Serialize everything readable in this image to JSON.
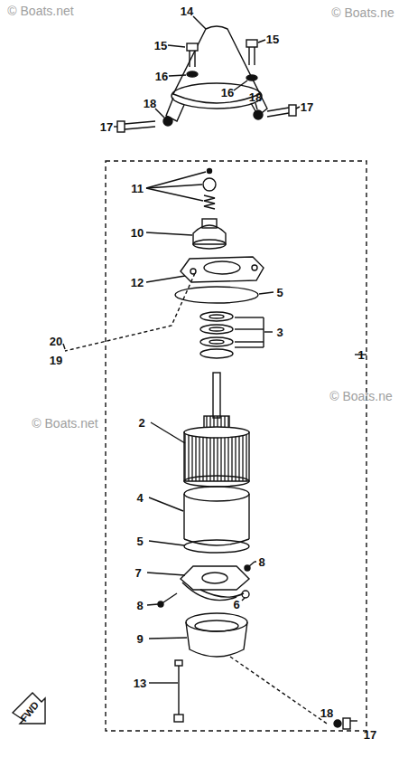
{
  "diagram": {
    "labels": [
      "© Boats.net",
      "© Boats.ne",
      "14",
      "15",
      "15",
      "16",
      "16",
      "18",
      "18",
      "17",
      "17",
      "11",
      "10",
      "12",
      "5",
      "3",
      "20",
      "19",
      "1",
      "© Boats.net",
      "© Boats.ne",
      "2",
      "4",
      "5",
      "8",
      "7",
      "8",
      "6",
      "9",
      "13",
      "18",
      "17",
      "FWD"
    ]
  }
}
